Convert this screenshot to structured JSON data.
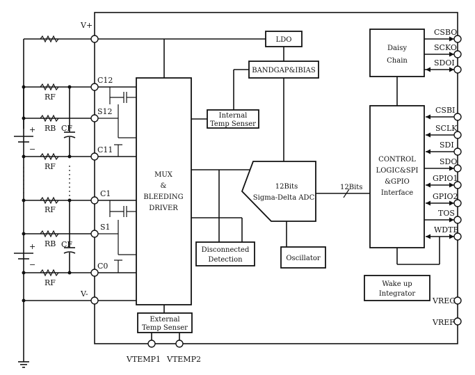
{
  "blocks": {
    "ldo": "LDO",
    "bandgap": "BANDGAP&IBIAS",
    "internal_temp": [
      "Internal",
      "Temp Senser"
    ],
    "mux": [
      "MUX",
      "&",
      "BLEEDING",
      "DRIVER"
    ],
    "adc": [
      "12Bits",
      "Sigma-Delta ADC"
    ],
    "adc_bus": "12Bits",
    "daisy": [
      "Daisy",
      "Chain"
    ],
    "control": [
      "CONTROL",
      "LOGIC&SPI",
      "&GPIO",
      "Interface"
    ],
    "disconnected": [
      "Disconnected",
      "Detection"
    ],
    "oscillator": "Oscillator",
    "wakeup": [
      "Wake up",
      "Integrator"
    ],
    "external_temp": [
      "External",
      "Temp Senser"
    ]
  },
  "pins": {
    "vplus": "V+",
    "vminus": "V-",
    "c12": "C12",
    "s12": "S12",
    "c11": "C11",
    "c1": "C1",
    "s1": "S1",
    "c0": "C0",
    "csbo": "CSBO",
    "scko": "SCKO",
    "sdoi": "SDOI",
    "csbi": "CSBI",
    "sclk": "SCLK",
    "sdi": "SDI",
    "sdo": "SDO",
    "gpio1": "GPIO1",
    "gpio2": "GPIO2",
    "tos": "TOS",
    "wdtb": "WDTB",
    "vreg": "VREG",
    "vref": "VREF",
    "vtemp1": "VTEMP1",
    "vtemp2": "VTEMP2"
  },
  "passives": {
    "rf": "RF",
    "rb": "RB",
    "cf": "CF",
    "plus": "+",
    "minus": "−"
  }
}
